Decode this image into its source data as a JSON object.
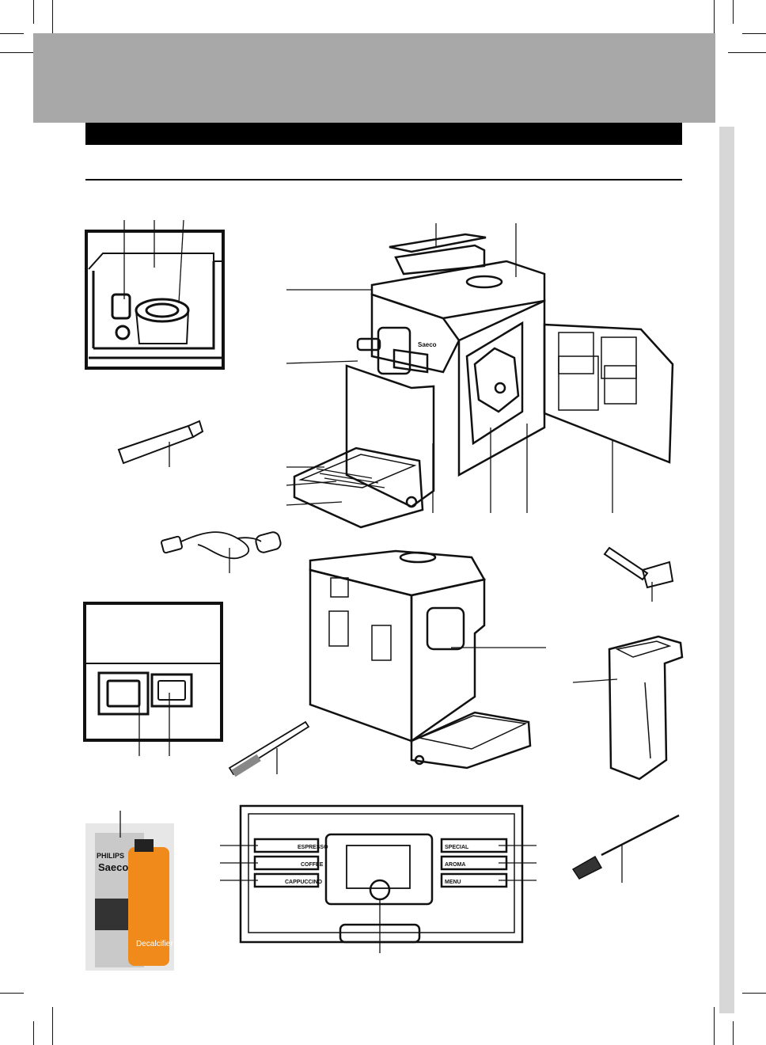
{
  "colors": {
    "header_band": "#a8a8a8",
    "side_tab": "#d7d7d7",
    "ink": "#111111",
    "black_bar": "#000000",
    "decalcifier_bottle": "#f08a1a",
    "brush_bristle": "#333333"
  },
  "machine": {
    "brand": "Saeco"
  },
  "control_panel": {
    "left_buttons": [
      "ESPRESSO",
      "COFFEE",
      "CAPPUCCINO"
    ],
    "right_buttons": [
      "SPECIAL",
      "AROMA",
      "MENU"
    ],
    "power_icon": "power-icon"
  },
  "decalcifier": {
    "brand": "PHILIPS",
    "sub_brand": "Saeco",
    "product": "Decalcifier"
  },
  "icons": {
    "grease_tube": "grease-tube-icon",
    "power_cord": "power-cord-icon",
    "measuring_scoop": "measuring-scoop-icon",
    "milk_carafe": "milk-carafe-icon",
    "test_strip": "water-hardness-strip-icon",
    "cleaning_brush": "cleaning-brush-icon"
  }
}
